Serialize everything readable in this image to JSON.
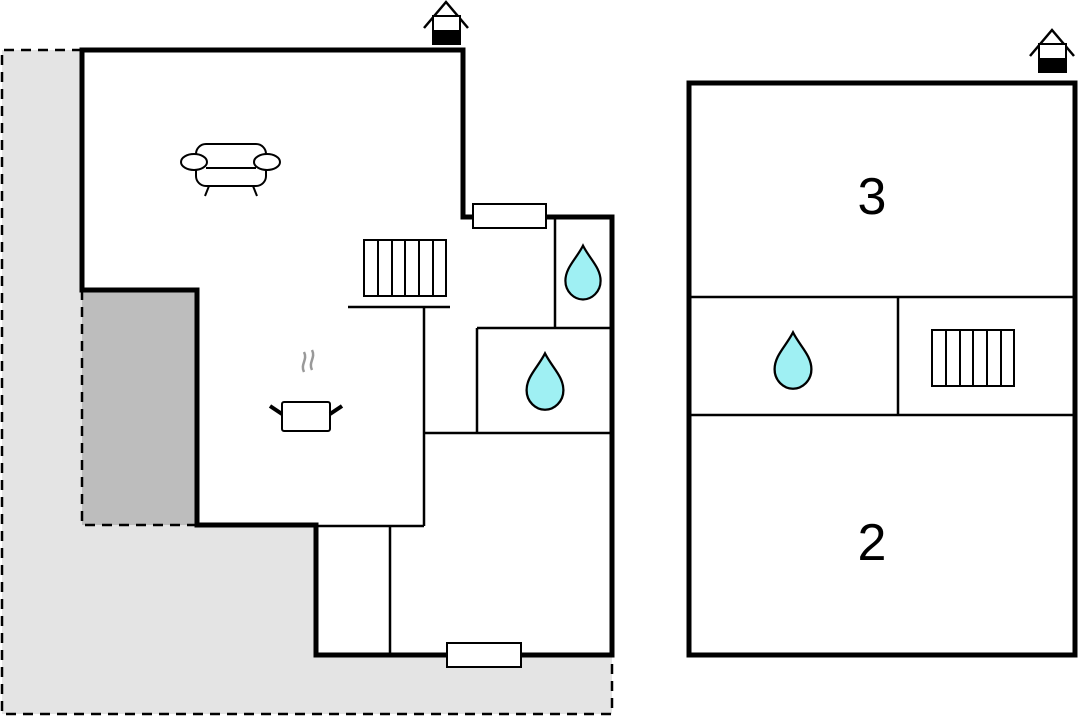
{
  "plans": [
    {
      "name": "ground-floor",
      "icons": [
        "entrance-icon",
        "sofa-icon",
        "radiator-icon",
        "cooking-pot-icon",
        "water-drop-icon",
        "water-drop-icon",
        "window-icon",
        "window-icon"
      ]
    },
    {
      "name": "upper-floor",
      "rooms": [
        {
          "label": "3"
        },
        {
          "label": "2"
        }
      ],
      "icons": [
        "entrance-icon",
        "water-drop-icon",
        "radiator-icon"
      ]
    }
  ],
  "colors": {
    "terrace": "#e4e4e4",
    "covered_terrace": "#bdbdbd",
    "water": "#9ff0f3",
    "wall": "#000000"
  }
}
